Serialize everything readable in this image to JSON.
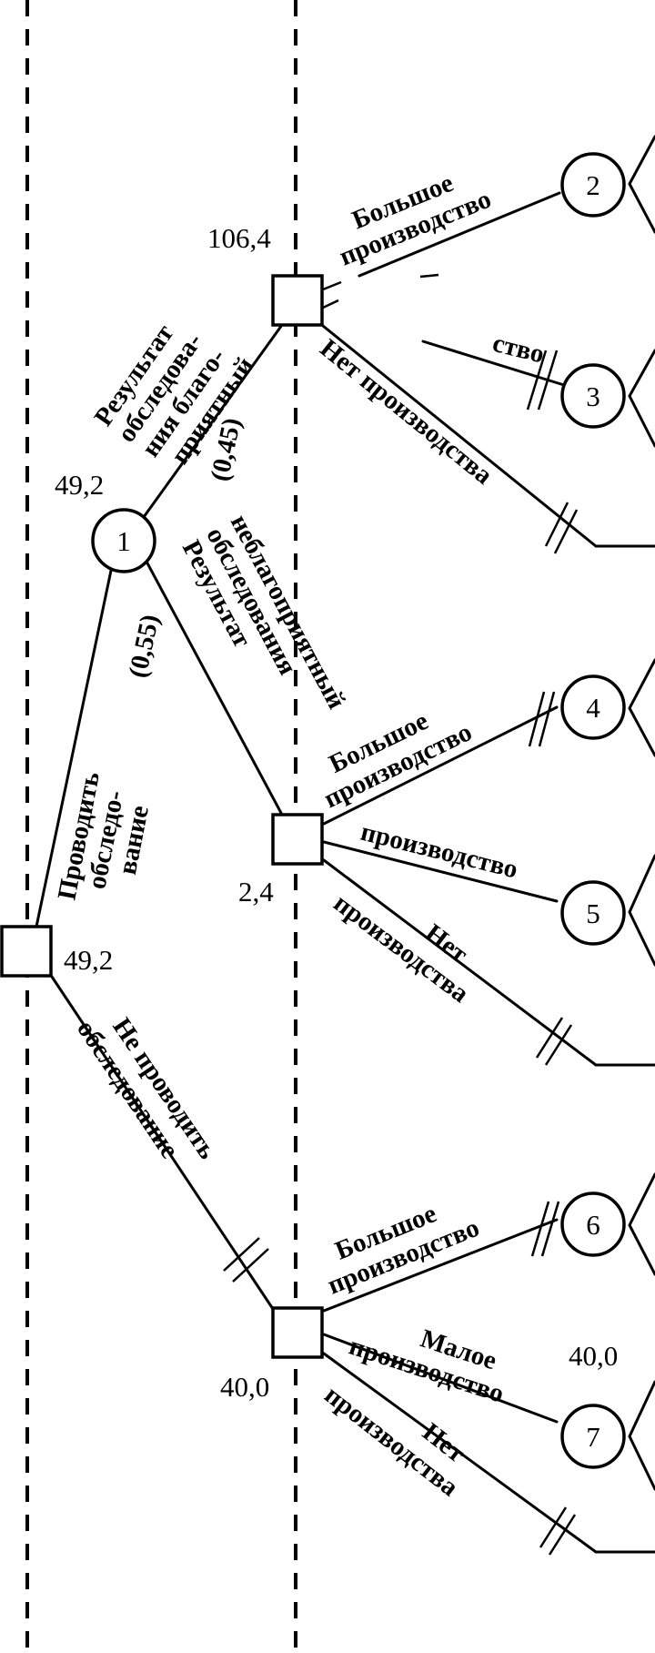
{
  "values": {
    "decision_top": "106,4",
    "chance_1": "49,2",
    "root": "49,2",
    "decision_mid": "2,4",
    "decision_bottom": "40,0",
    "chance_7": "40,0"
  },
  "labels": {
    "conduct_survey": [
      "Проводить",
      "обследо-",
      "вание"
    ],
    "no_survey": [
      "Не проводить",
      "обследование"
    ],
    "favorable": [
      "Результат",
      "обследова-",
      "ния благо-",
      "приятный"
    ],
    "favorable_prob": "(0,45)",
    "unfavorable": [
      "Результат",
      "обследования",
      "неблагоприятный"
    ],
    "unfavorable_prob": "(0,55)",
    "top_large": [
      "Большое",
      "производство"
    ],
    "top_small_partial": "ство",
    "top_none": "Нет производства",
    "mid_large": [
      "Большое",
      "производство"
    ],
    "mid_small": "производство",
    "mid_none": [
      "Нет",
      "производства"
    ],
    "bot_large": [
      "Большое",
      "производство"
    ],
    "bot_small": [
      "Малое",
      "производство"
    ],
    "bot_none": [
      "Нет",
      "производства"
    ]
  },
  "nodes": {
    "chance": [
      "1",
      "2",
      "3",
      "4",
      "5",
      "6",
      "7"
    ]
  }
}
